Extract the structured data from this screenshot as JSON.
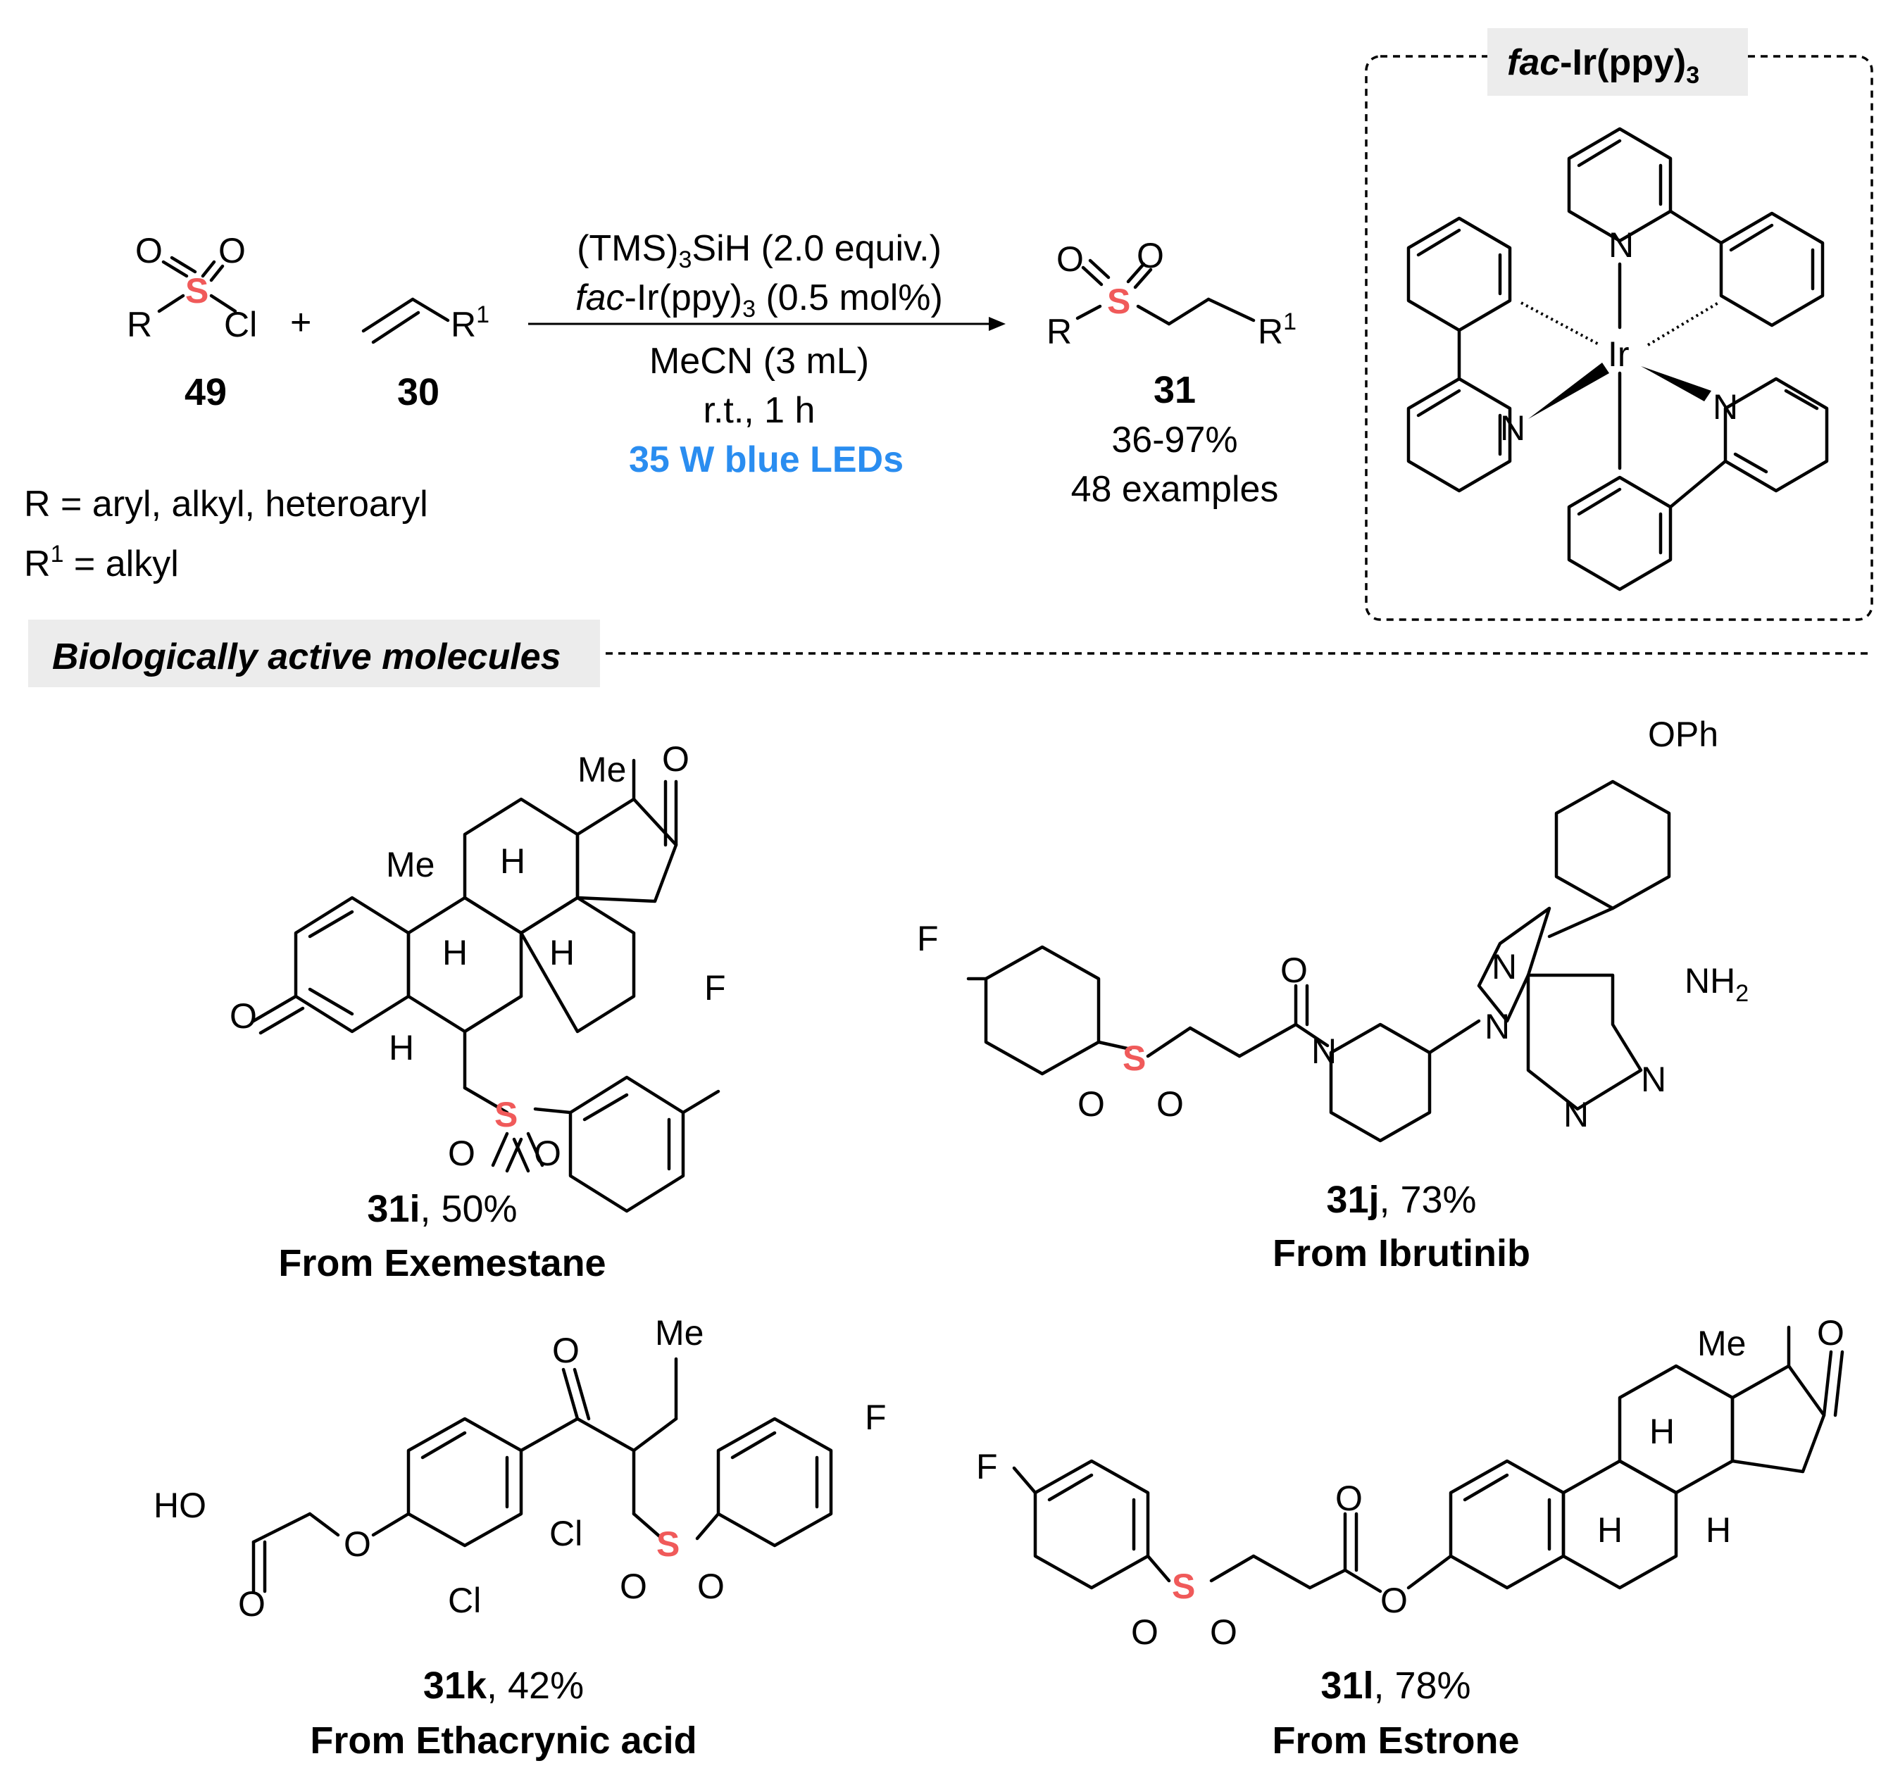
{
  "reaction": {
    "reagent1": {
      "id": "49",
      "R": "R",
      "Cl": "Cl",
      "S": "S",
      "O": "O"
    },
    "reagent2": {
      "id": "30",
      "R1": "R",
      "sup": "1"
    },
    "plus": "+",
    "conditions": {
      "line1_a": "(TMS)",
      "line1_sub": "3",
      "line1_b": "SiH (2.0 equiv.)",
      "line2_a": "fac",
      "line2_b": "-Ir(ppy)",
      "line2_sub": "3",
      "line2_c": " (0.5 mol%)",
      "line3": "MeCN (3 mL)",
      "line4": "r.t., 1 h",
      "line5": "35 W blue LEDs"
    },
    "product": {
      "id": "31",
      "yield": "36-97%",
      "examples": "48 examples"
    },
    "scope_R": "R = aryl, alkyl, heteroaryl",
    "scope_R1_a": "R",
    "scope_R1_sup": "1",
    "scope_R1_b": " = alkyl"
  },
  "catalyst": {
    "title_a": "fac",
    "title_b": "-Ir(ppy)",
    "title_sub": "3",
    "Ir": "Ir",
    "N": "N"
  },
  "section_title": "Biologically active molecules",
  "examples": [
    {
      "id": "31i",
      "yield": ", 50%",
      "source": "From Exemestane"
    },
    {
      "id": "31j",
      "yield": ", 73%",
      "source": "From Ibrutinib"
    },
    {
      "id": "31k",
      "yield": ", 42%",
      "source": "From Ethacrynic acid"
    },
    {
      "id": "31l",
      "yield": ", 78%",
      "source": "From Estrone"
    }
  ],
  "labels": {
    "Me": "Me",
    "H": "H",
    "F": "F",
    "O": "O",
    "N": "N",
    "NH": "NH",
    "NH_sub": "2",
    "OPh": "OPh",
    "HO": "HO",
    "Cl": "Cl"
  },
  "colors": {
    "sulfur": "#f05a5a",
    "blue_leds": "#2a8df0",
    "box_fill": "#ececec"
  }
}
